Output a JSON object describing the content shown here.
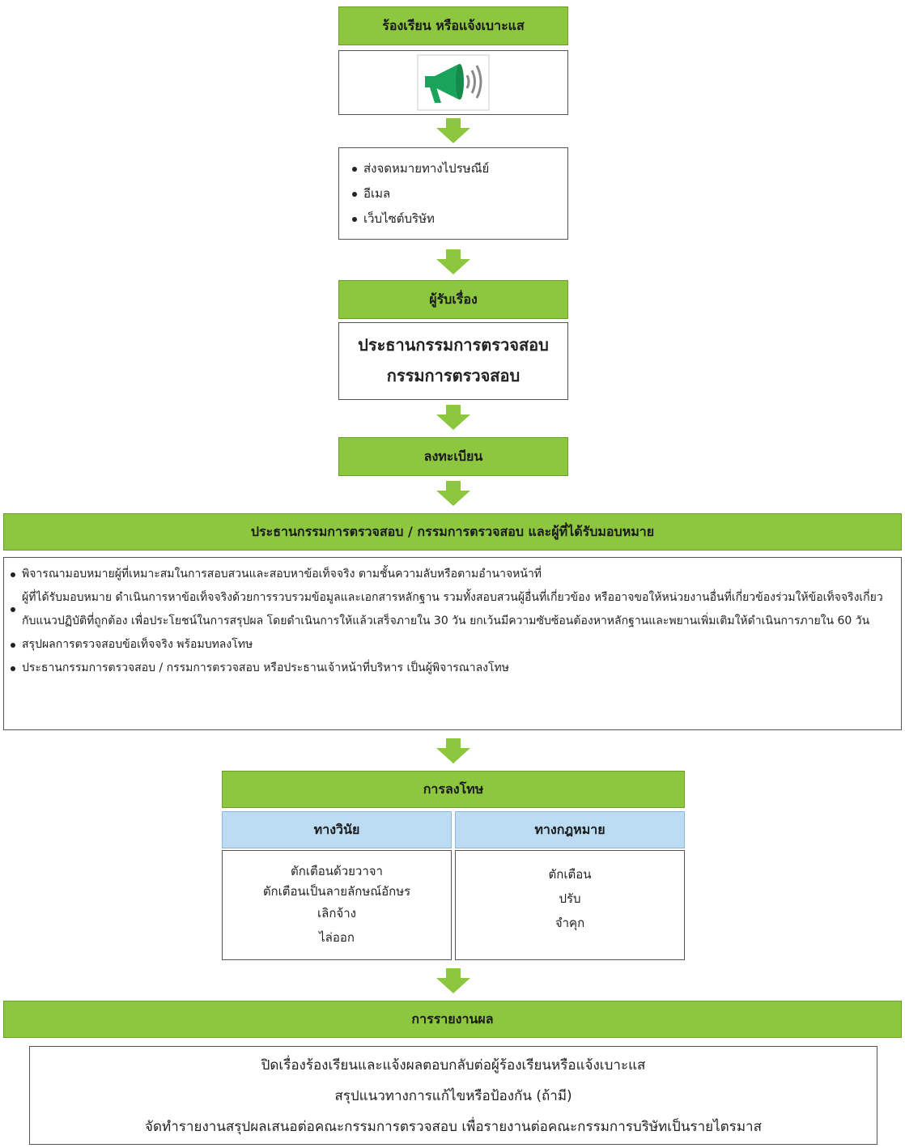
{
  "complaint": {
    "title": "ร้องเรียน หรือแจ้งเบาะแส",
    "icon": "megaphone-icon"
  },
  "channels": {
    "items": [
      "ส่งจดหมายทางไปรษณีย์",
      "อีเมล",
      "เว็บไซต์บริษัท"
    ]
  },
  "receiver": {
    "title": "ผู้รับเรื่อง",
    "lines": [
      "ประธานกรรมการตรวจสอบ",
      "กรรมการตรวจสอบ"
    ]
  },
  "register": {
    "title": "ลงทะเบียน"
  },
  "assignee": {
    "title": "ประธานกรรมการตรวจสอบ / กรรมการตรวจสอบ และผู้ที่ได้รับมอบหมาย"
  },
  "process": {
    "items": [
      "พิจารณามอบหมายผู้ที่เหมาะสมในการสอบสวนและสอบหาข้อเท็จจริง ตามชั้นความลับหรือตามอำนาจหน้าที่",
      "ผู้ที่ได้รับมอบหมาย ดำเนินการหาข้อเท็จจริงด้วยการรวบรวมข้อมูลและเอกสารหลักฐาน รวมทั้งสอบสวนผู้อื่นที่เกี่ยวข้อง หรืออาจขอให้หน่วยงานอื่นที่เกี่ยวข้องร่วมให้ข้อเท็จจริงเกี่ยวกับแนวปฏิบัติที่ถูกต้อง เพื่อประโยชน์ในการสรุปผล โดยดำเนินการให้แล้วเสร็จภายใน 30 วัน ยกเว้นมีความซับซ้อนต้องหาหลักฐานและพยานเพิ่มเติมให้ดำเนินการภายใน 60 วัน",
      "สรุปผลการตรวจสอบข้อเท็จจริง พร้อมบทลงโทษ",
      "ประธานกรรมการตรวจสอบ / กรรมการตรวจสอบ หรือประธานเจ้าหน้าที่บริหาร เป็นผู้พิจารณาลงโทษ"
    ]
  },
  "penalty": {
    "title": "การลงโทษ",
    "disciplinary": {
      "title": "ทางวินัย",
      "items": [
        "ตักเตือนด้วยวาจา",
        "ตักเตือนเป็นลายลักษณ์อักษร",
        "เลิกจ้าง",
        "ไล่ออก"
      ]
    },
    "legal": {
      "title": "ทางกฎหมาย",
      "items": [
        "ตักเตือน",
        "ปรับ",
        "จำคุก"
      ]
    }
  },
  "report": {
    "title": "การรายงานผล",
    "lines": [
      "ปิดเรื่องร้องเรียนและแจ้งผลตอบกลับต่อผู้ร้องเรียนหรือแจ้งเบาะแส",
      "สรุปแนวทางการแก้ไขหรือป้องกัน (ถ้ามี)",
      "จัดทำรายงานสรุปผลเสนอต่อคณะกรรมการตรวจสอบ เพื่อรายงานต่อคณะกรรมการบริษัทเป็นรายไตรมาส"
    ]
  },
  "colors": {
    "green": "#8dc63f",
    "blue": "#bcdcf3",
    "megaphone": "#1aa35a"
  }
}
